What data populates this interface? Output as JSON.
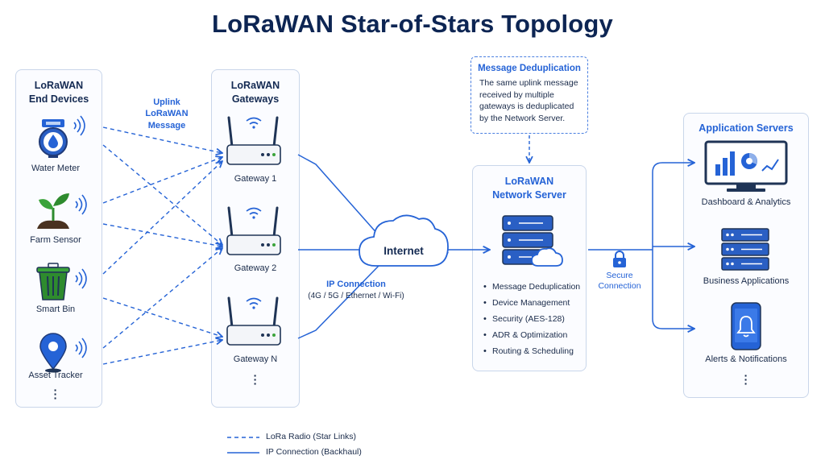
{
  "title": "LoRaWAN Star-of-Stars Topology",
  "end_devices": {
    "title_line1": "LoRaWAN",
    "title_line2": "End Devices",
    "items": [
      {
        "label": "Water Meter",
        "icon": "water-meter-icon"
      },
      {
        "label": "Farm Sensor",
        "icon": "plant-sensor-icon"
      },
      {
        "label": "Smart Bin",
        "icon": "trash-bin-icon"
      },
      {
        "label": "Asset Tracker",
        "icon": "location-pin-icon"
      }
    ]
  },
  "uplink": {
    "line1": "Uplink",
    "line2": "LoRaWAN",
    "line3": "Message"
  },
  "gateways": {
    "title_line1": "LoRaWAN",
    "title_line2": "Gateways",
    "items": [
      {
        "label": "Gateway 1",
        "icon": "gateway-router-icon"
      },
      {
        "label": "Gateway 2",
        "icon": "gateway-router-icon"
      },
      {
        "label": "Gateway N",
        "icon": "gateway-router-icon"
      }
    ]
  },
  "internet": {
    "label": "Internet",
    "icon": "cloud-icon"
  },
  "ip_connection": {
    "label": "IP Connection",
    "sub": "(4G / 5G / Ethernet / Wi-Fi)"
  },
  "dedup_note": {
    "title": "Message Deduplication",
    "text": "The same uplink message received by multiple gateways is deduplicated by the Network Server."
  },
  "network_server": {
    "title_line1": "LoRaWAN",
    "title_line2": "Network Server",
    "icon": "server-cloud-icon",
    "features": [
      "Message Deduplication",
      "Device Management",
      "Security (AES-128)",
      "ADR & Optimization",
      "Routing & Scheduling"
    ]
  },
  "secure": {
    "line1": "Secure",
    "line2": "Connection",
    "icon": "lock-icon"
  },
  "app_servers": {
    "title": "Application Servers",
    "items": [
      {
        "label": "Dashboard & Analytics",
        "icon": "analytics-monitor-icon"
      },
      {
        "label": "Business Applications",
        "icon": "server-rack-icon"
      },
      {
        "label": "Alerts & Notifications",
        "icon": "phone-bell-icon"
      }
    ]
  },
  "legend": {
    "radio": "LoRa Radio (Star Links)",
    "ip": "IP Connection (Backhaul)"
  },
  "colors": {
    "accent": "#2563d6",
    "dark": "#0d2553",
    "icon_dark": "#1f3456",
    "green": "#2e8b2e",
    "panel_border": "#c9d6ea"
  }
}
